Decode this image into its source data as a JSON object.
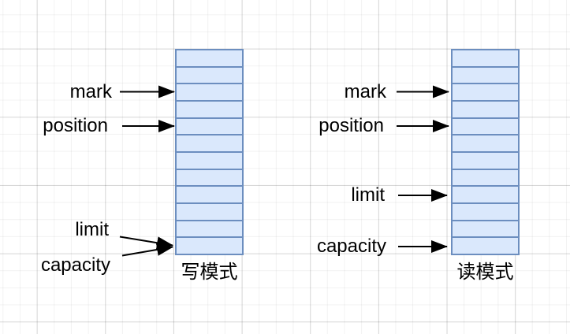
{
  "diagram": {
    "description": "NIO buffer write-mode vs read-mode pointer diagram",
    "colors": {
      "cell_fill": "#dae8fc",
      "cell_border": "#6c8ebf",
      "ink": "#000000"
    },
    "buffer_cells": 12,
    "left": {
      "title": "写模式",
      "labels": {
        "mark": "mark",
        "position": "position",
        "limit": "limit",
        "capacity": "capacity"
      },
      "pointers": [
        {
          "label": "mark",
          "cell": 3
        },
        {
          "label": "position",
          "cell": 5
        },
        {
          "label": "limit",
          "cell": 12
        },
        {
          "label": "capacity",
          "cell": 12
        }
      ]
    },
    "right": {
      "title": "读模式",
      "labels": {
        "mark": "mark",
        "position": "position",
        "limit": "limit",
        "capacity": "capacity"
      },
      "pointers": [
        {
          "label": "mark",
          "cell": 3
        },
        {
          "label": "position",
          "cell": 5
        },
        {
          "label": "limit",
          "cell": 9
        },
        {
          "label": "capacity",
          "cell": 12
        }
      ]
    }
  }
}
